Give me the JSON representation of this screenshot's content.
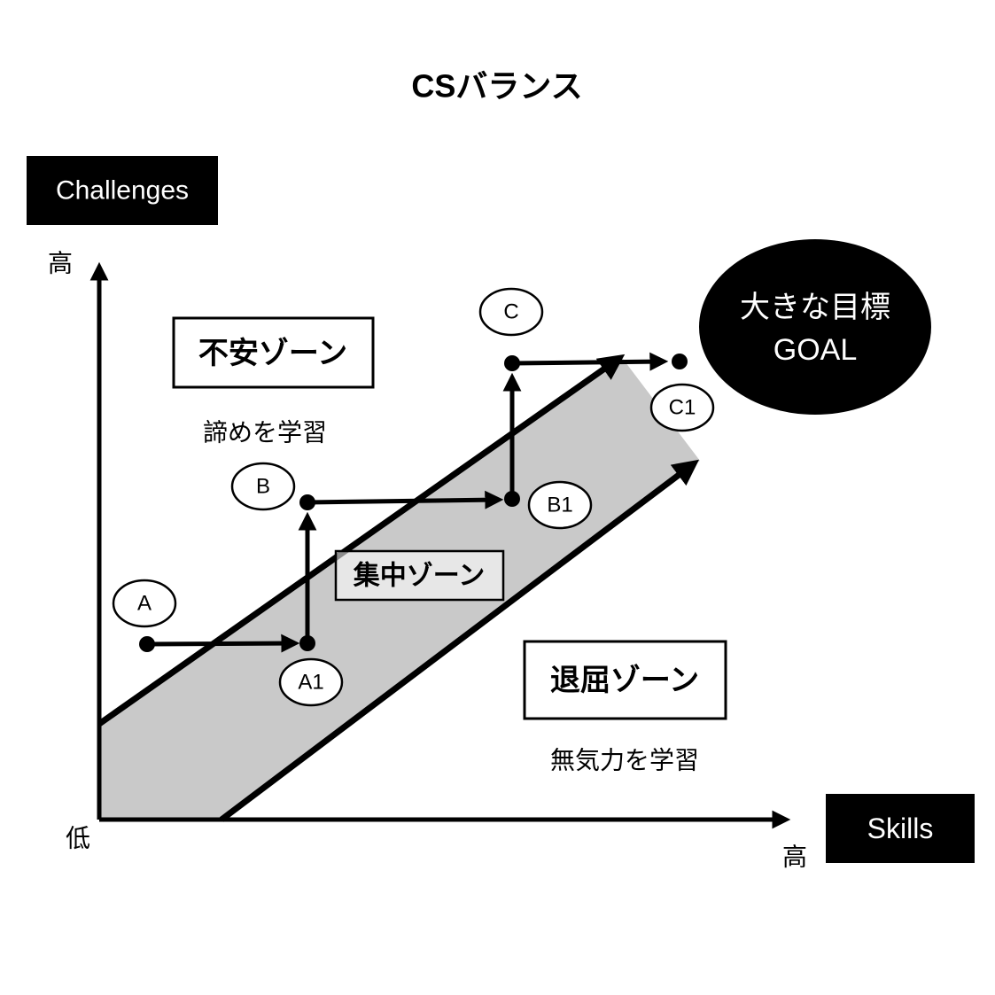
{
  "title": "CSバランス",
  "axes": {
    "y_label": "Challenges",
    "x_label": "Skills",
    "y_high": "高",
    "y_low": "低",
    "x_high": "高"
  },
  "zones": {
    "anxiety_label": "不安ゾーン",
    "anxiety_sub": "諦めを学習",
    "flow_label": "集中ゾーン",
    "boredom_label": "退屈ゾーン",
    "boredom_sub": "無気力を学習"
  },
  "goal": {
    "line1": "大きな目標",
    "line2": "GOAL"
  },
  "points": {
    "a": "A",
    "a1": "A1",
    "b": "B",
    "b1": "B1",
    "c": "C",
    "c1": "C1"
  },
  "colors": {
    "band": "#c9c9c9",
    "black": "#000000",
    "white": "#ffffff"
  }
}
